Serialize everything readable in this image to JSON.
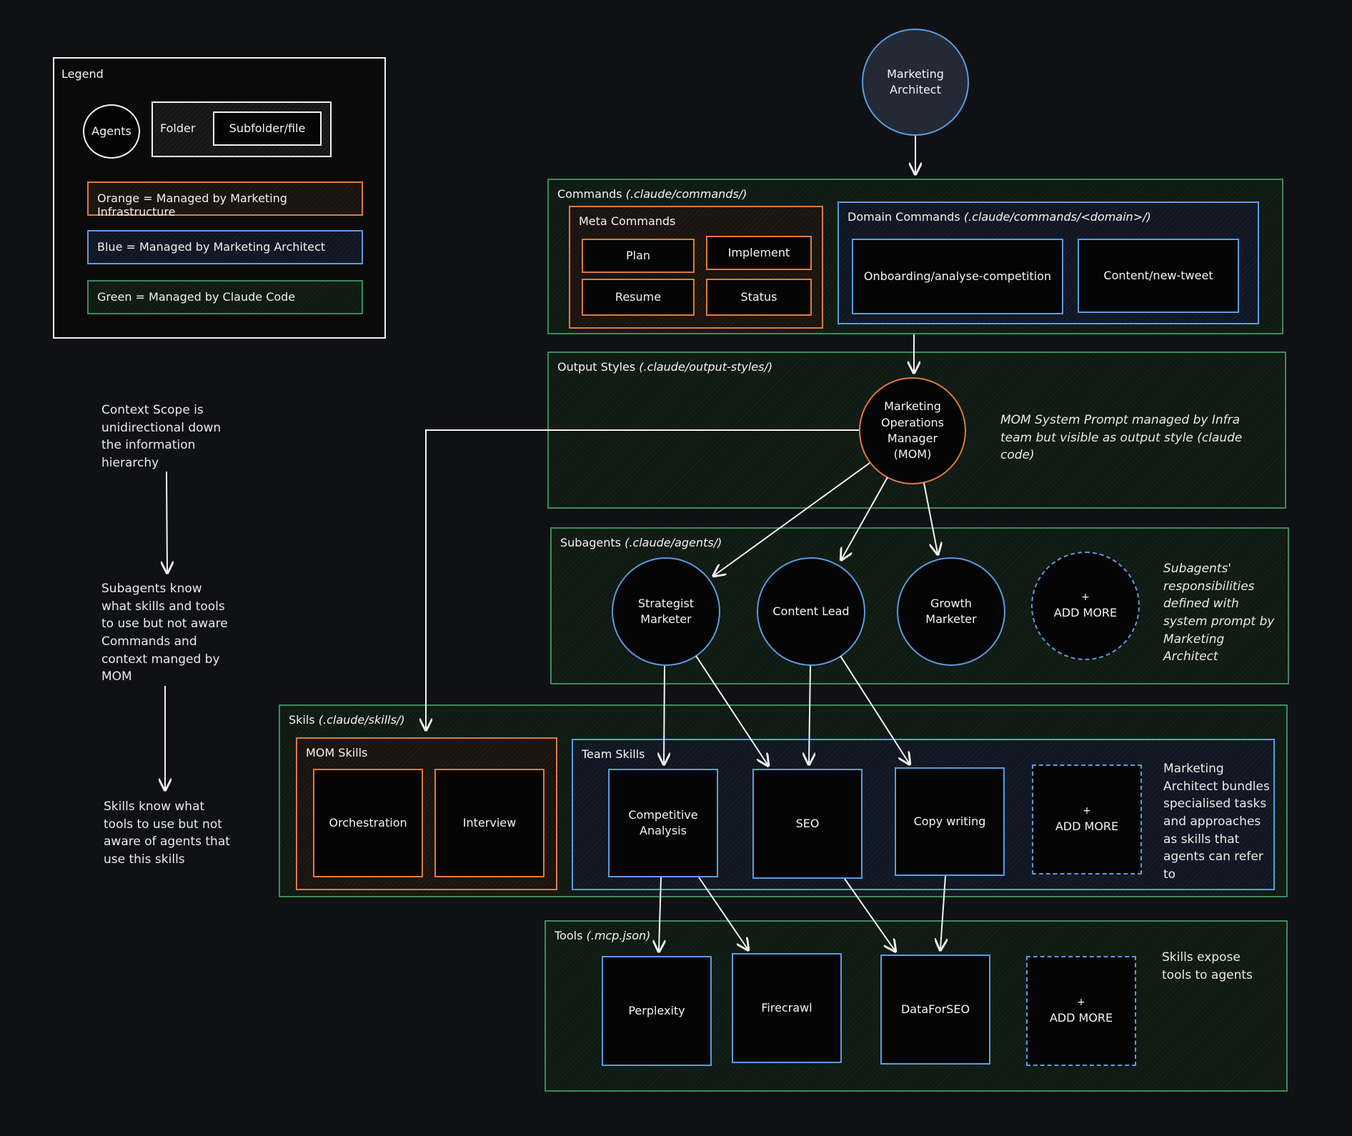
{
  "legend": {
    "title": "Legend",
    "agents": "Agents",
    "folder": "Folder",
    "subfolder": "Subfolder/file",
    "orange": "Orange = Managed by Marketing Infrastructure",
    "blue": "Blue = Managed by Marketing Architect",
    "green": "Green = Managed by Claude Code"
  },
  "side_notes": {
    "context_scope": "Context Scope is unidirectional down the information hierarchy",
    "subagents_know": "Subagents know what skills and tools to use but not aware Commands and context manged by MOM",
    "skills_know": "Skills know what tools to use but not aware of agents that use this skills"
  },
  "top_agent": "Marketing Architect",
  "commands": {
    "title": "Commands",
    "path": "(.claude/commands/)",
    "meta": {
      "title": "Meta Commands",
      "items": [
        "Plan",
        "Implement",
        "Resume",
        "Status"
      ]
    },
    "domain": {
      "title": "Domain Commands",
      "path": "(.claude/commands/<domain>/)",
      "items": [
        "Onboarding/analyse-competition",
        "Content/new-tweet"
      ]
    }
  },
  "output_styles": {
    "title": "Output Styles",
    "path": "(.claude/output-styles/)",
    "mom": "Marketing Operations Manager (MOM)",
    "note": "MOM System Prompt managed by Infra team but visible as output style (claude code)"
  },
  "subagents": {
    "title": "Subagents",
    "path": "(.claude/agents/)",
    "items": [
      "Strategist Marketer",
      "Content Lead",
      "Growth Marketer"
    ],
    "add_more_plus": "+",
    "add_more": "ADD MORE",
    "note": "Subagents' responsibilities defined with system prompt by Marketing Architect"
  },
  "skills": {
    "title": "Skils",
    "path": "(.claude/skills/)",
    "mom_skills": {
      "title": "MOM Skills",
      "items": [
        "Orchestration",
        "Interview"
      ]
    },
    "team_skills": {
      "title": "Team Skills",
      "items": [
        "Competitive Analysis",
        "SEO",
        "Copy writing"
      ],
      "add_more_plus": "+",
      "add_more": "ADD MORE"
    },
    "note": "Marketing Architect bundles specialised tasks and approaches as skills that agents can refer to"
  },
  "tools": {
    "title": "Tools",
    "path": "(.mcp.json)",
    "items": [
      "Perplexity",
      "Firecrawl",
      "DataForSEO"
    ],
    "add_more_plus": "+",
    "add_more": "ADD MORE",
    "note": "Skills expose tools to agents"
  },
  "colors": {
    "orange": "#e07a3c",
    "blue": "#5b9be0",
    "green": "#3b8a5c",
    "background": "#101114"
  }
}
